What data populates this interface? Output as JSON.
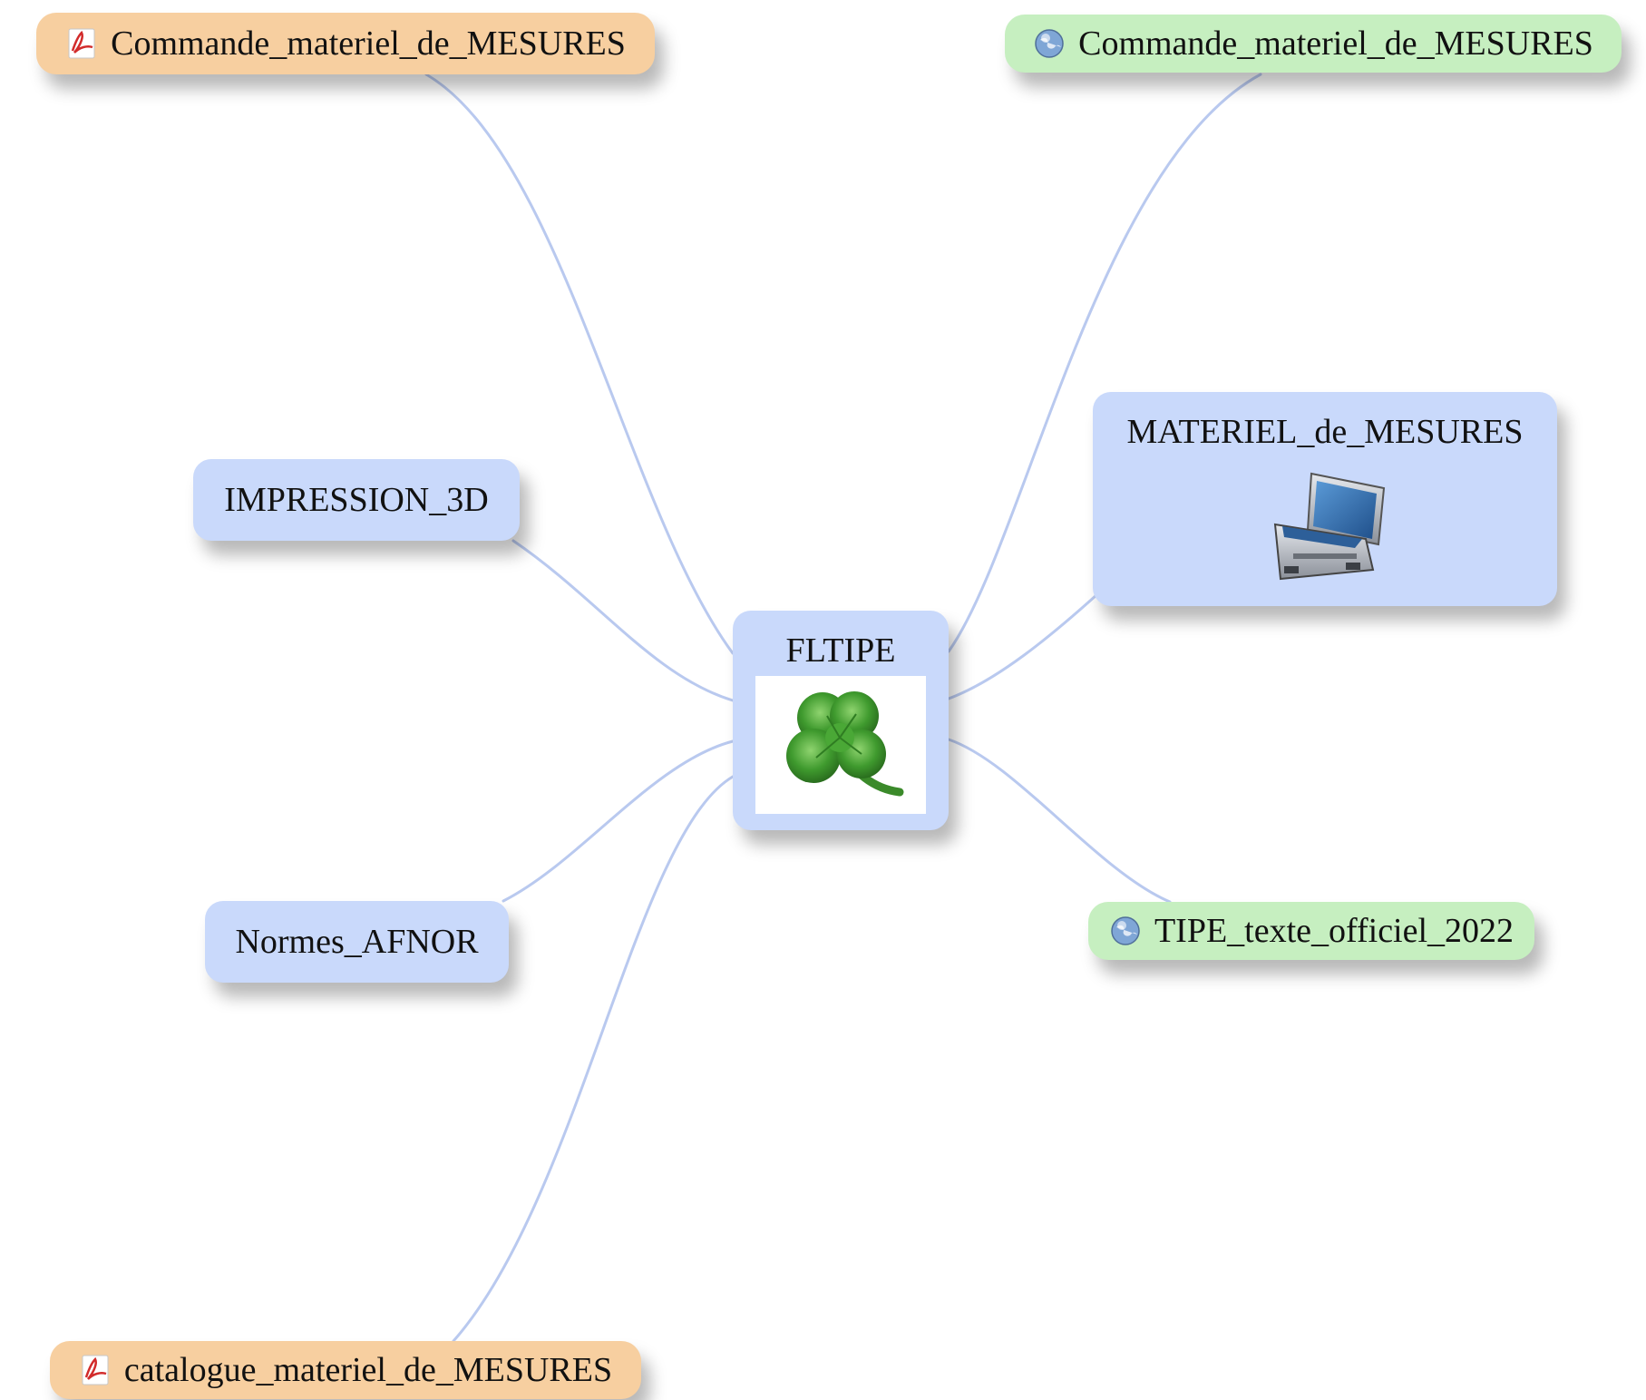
{
  "diagram": {
    "type": "mind-map",
    "center": {
      "label": "FLTIPE",
      "image": "four-leaf-clover-icon"
    },
    "nodes": [
      {
        "id": "n1",
        "label": "Commande_materiel_de_MESURES",
        "kind": "pdf",
        "icon": "pdf-icon",
        "color": "#f7cfa0"
      },
      {
        "id": "n2",
        "label": "IMPRESSION_3D",
        "kind": "topic",
        "color": "#c9d9fb"
      },
      {
        "id": "n3",
        "label": "Normes_AFNOR",
        "kind": "topic",
        "color": "#c9d9fb"
      },
      {
        "id": "n4",
        "label": "catalogue_materiel_de_MESURES",
        "kind": "pdf",
        "icon": "pdf-icon",
        "color": "#f7cfa0"
      },
      {
        "id": "n5",
        "label": "Commande_materiel_de_MESURES",
        "kind": "web-link",
        "icon": "globe-icon",
        "color": "#c6efc0"
      },
      {
        "id": "n6",
        "label": "MATERIEL_de_MESURES",
        "kind": "topic",
        "image": "toolbox-case-icon",
        "color": "#c9d9fb"
      },
      {
        "id": "n7",
        "label": "TIPE_texte_officiel_2022",
        "kind": "web-link",
        "icon": "globe-icon",
        "color": "#c6efc0"
      }
    ],
    "link_color": "#b9c9ef"
  }
}
